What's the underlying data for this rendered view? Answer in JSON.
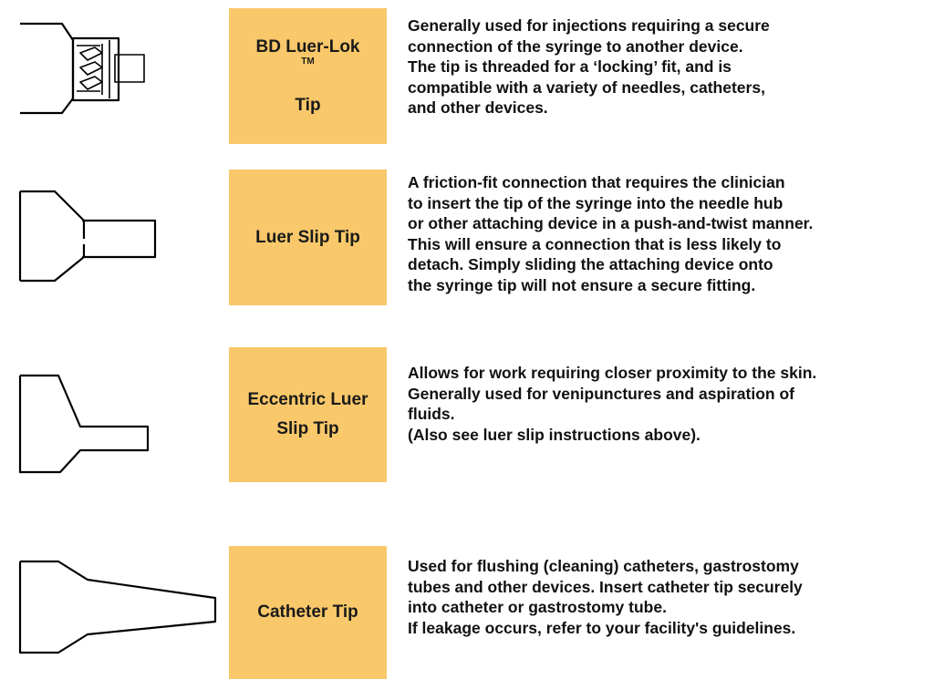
{
  "tips": [
    {
      "icon": "luer-lok-tip-icon",
      "label": "BD Luer-Lok",
      "label_mark": "TM",
      "label_line2": "Tip",
      "description": "Generally used for injections requiring a secure\nconnection of the syringe to another device.\nThe tip is threaded for a ‘locking’ fit, and is\ncompatible with a variety of needles, catheters,\nand other devices."
    },
    {
      "icon": "luer-slip-tip-icon",
      "label": "Luer Slip Tip",
      "description": "A friction-fit connection that requires the clinician\nto insert the tip of the syringe into the needle hub\nor other attaching device in a push-and-twist manner.\nThis will ensure a connection that is less likely to\ndetach. Simply sliding the attaching device onto\nthe syringe tip will not ensure a secure fitting."
    },
    {
      "icon": "eccentric-luer-slip-tip-icon",
      "label": "Eccentric Luer\nSlip Tip",
      "description": "Allows for work requiring closer proximity to the skin.\nGenerally used for venipunctures and aspiration of\nfluids.\n(Also see luer slip instructions above)."
    },
    {
      "icon": "catheter-tip-icon",
      "label": "Catheter Tip",
      "description": "Used for flushing (cleaning) catheters, gastrostomy\ntubes and other devices. Insert catheter tip securely\ninto catheter or gastrostomy tube.\nIf leakage occurs, refer to your facility's guidelines."
    }
  ],
  "colors": {
    "label_box": "#f9c86a",
    "text": "#111111",
    "outline": "#000000"
  }
}
